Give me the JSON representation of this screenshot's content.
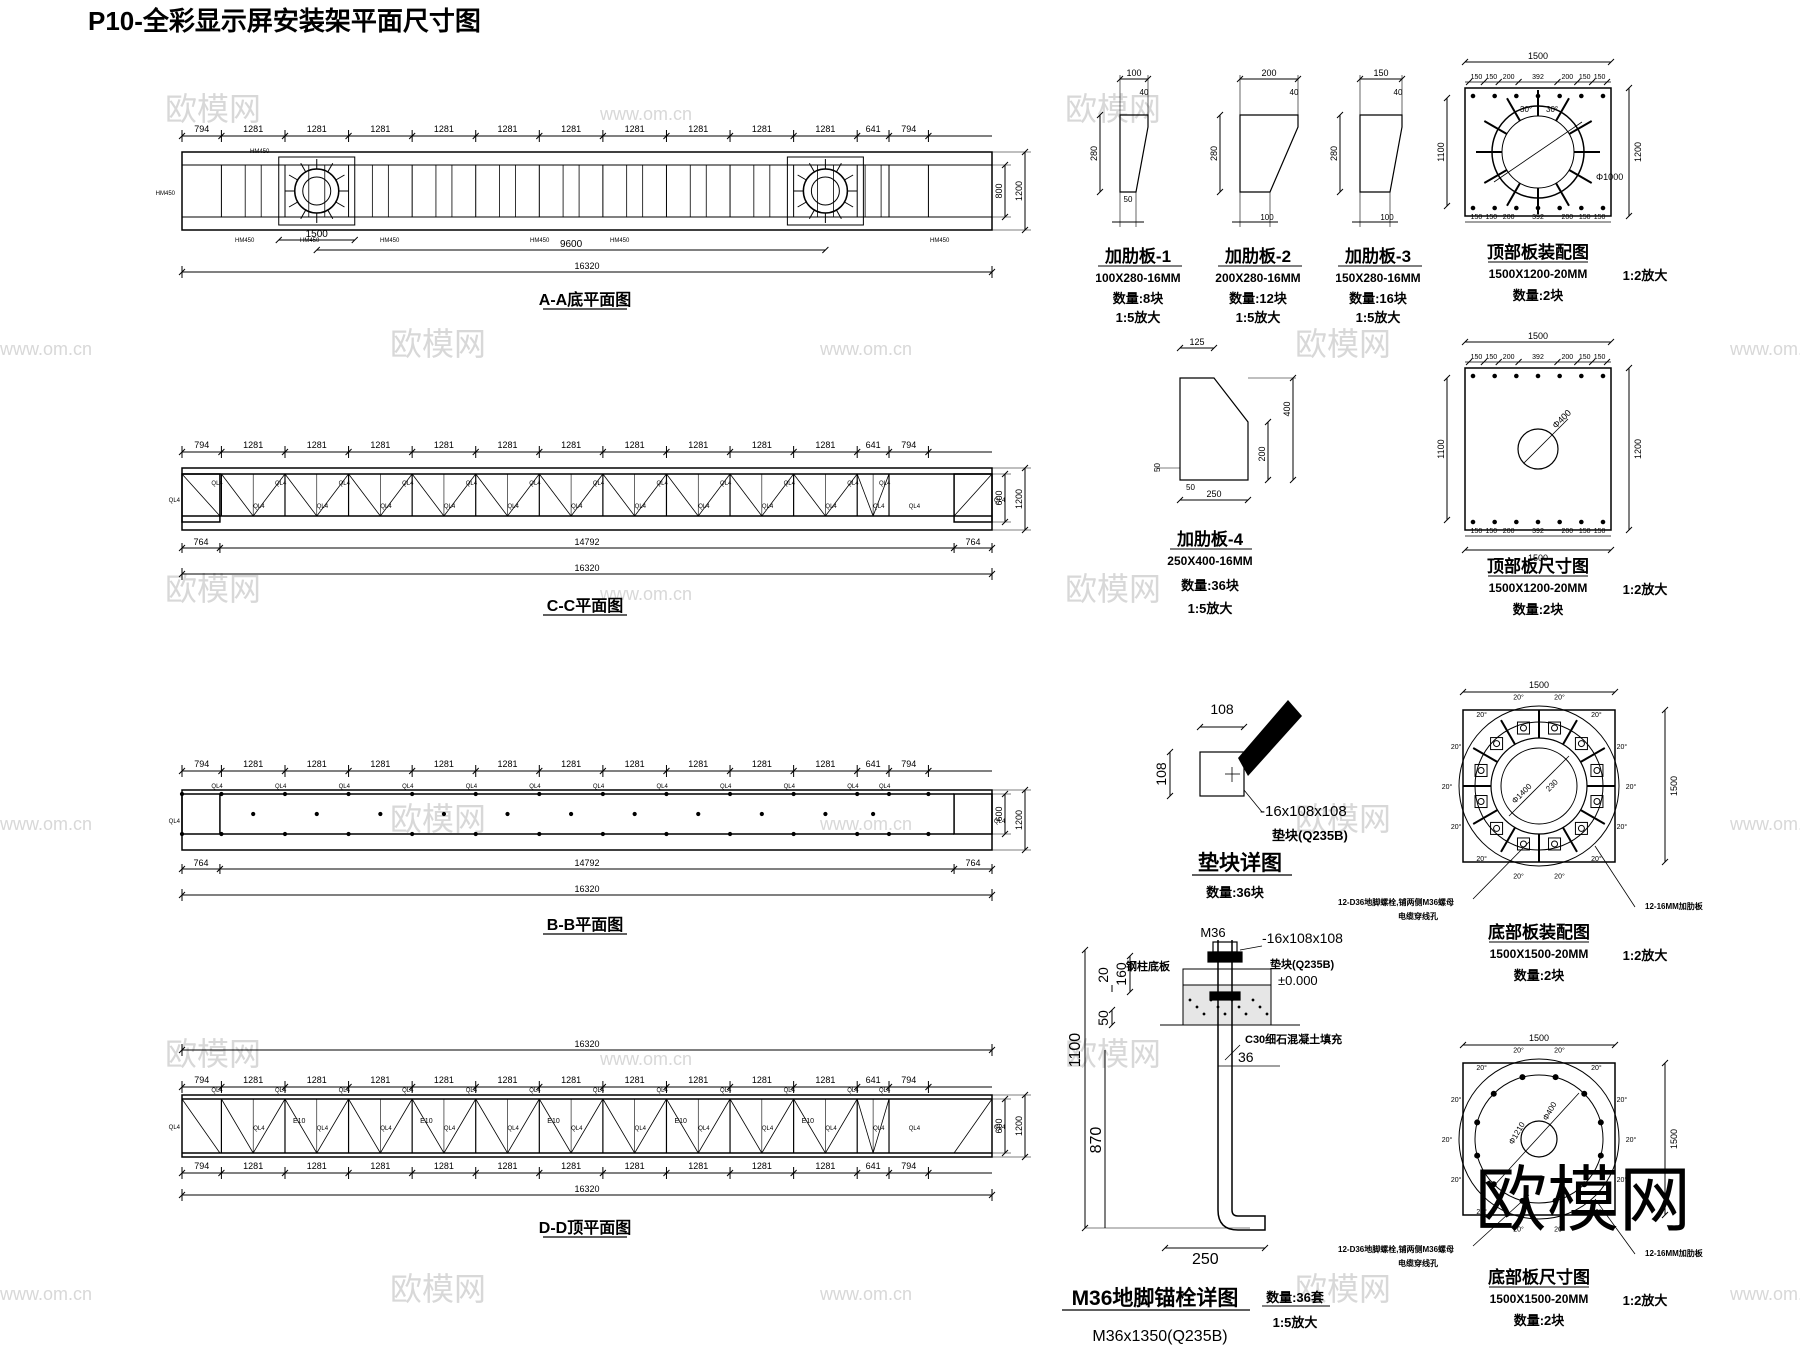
{
  "sheet_title": "P10-全彩显示屏安装架平面尺寸图",
  "watermark": {
    "text": "欧模网",
    "url": "www.om.cn"
  },
  "units": {
    "plan_segments": [
      "794",
      "1281",
      "1281",
      "1281",
      "1281",
      "1281",
      "1281",
      "1281",
      "1281",
      "1281",
      "1281",
      "641",
      "794"
    ]
  },
  "plan_aa": {
    "title": "A-A底平面图",
    "total": "16320",
    "mid": "9600",
    "base": "1500",
    "depth_inner": "800",
    "depth_outer": "1200",
    "member": "HM450"
  },
  "plan_cc": {
    "title": "C-C平面图",
    "total": "16320",
    "mid": "14792",
    "end": "764",
    "depth_inner": "600",
    "depth_outer": "1200",
    "member": "QL4"
  },
  "plan_bb": {
    "title": "B-B平面图",
    "total": "16320",
    "mid": "14792",
    "end": "764",
    "depth_inner": "600",
    "depth_outer": "1200",
    "member": "QL4"
  },
  "plan_dd": {
    "title": "D-D顶平面图",
    "total": "16320",
    "depth_inner": "600",
    "depth_outer": "1200",
    "member": "QL4",
    "member2": "E10"
  },
  "ribs": [
    {
      "name": "加肋板-1",
      "spec": "100X280-16MM",
      "qty": "数量:8块",
      "scale": "1:5放大",
      "top": "100",
      "mid": "40",
      "h": "280",
      "bot": "50"
    },
    {
      "name": "加肋板-2",
      "spec": "200X280-16MM",
      "qty": "数量:12块",
      "scale": "1:5放大",
      "top": "200",
      "mid": "40",
      "h": "280",
      "bot": "100"
    },
    {
      "name": "加肋板-3",
      "spec": "150X280-16MM",
      "qty": "数量:16块",
      "scale": "1:5放大",
      "top": "150",
      "mid": "40",
      "h": "280",
      "bot": "100"
    }
  ],
  "rib4": {
    "name": "加肋板-4",
    "spec": "250X400-16MM",
    "qty": "数量:36块",
    "scale": "1:5放大",
    "top": "125",
    "h1": "400",
    "h2": "200",
    "left": "50",
    "left2": "50",
    "bot": "250"
  },
  "top_assembly": {
    "name": "顶部板装配图",
    "spec": "1500X1200-20MM",
    "qty": "数量:2块",
    "scale": "1:2放大",
    "w": "1500",
    "h1": "1100",
    "h2": "1200",
    "dia": "Φ1000",
    "ticks": [
      "150",
      "150",
      "200",
      "392",
      "200",
      "150",
      "150"
    ],
    "angle": "30°"
  },
  "top_size": {
    "name": "顶部板尺寸图",
    "spec": "1500X1200-20MM",
    "qty": "数量:2块",
    "scale": "1:2放大",
    "w": "1500",
    "h1": "1100",
    "h2": "1200",
    "dia": "Φ400",
    "ticks": [
      "150",
      "150",
      "200",
      "392",
      "200",
      "150",
      "150"
    ]
  },
  "pad": {
    "title": "垫块详图",
    "qty": "数量:36块",
    "w": "108",
    "h": "108",
    "spec": "-16x108x108",
    "label": "垫块(Q235B)"
  },
  "bot_assembly": {
    "name": "底部板装配图",
    "spec": "1500X1500-20MM",
    "qty": "数量:2块",
    "scale": "1:2放大",
    "w": "1500",
    "h": "1500",
    "angle": "20°",
    "d1": "Φ1400",
    "d2": "230",
    "note1": "12-D36地脚螺栓,铺两侧M36螺母",
    "note1b": "电缆穿线孔",
    "note2": "12-16MM加肋板"
  },
  "bot_size": {
    "name": "底部板尺寸图",
    "spec": "1500X1500-20MM",
    "qty": "数量:2块",
    "scale": "1:2放大",
    "w": "1500",
    "h": "1500",
    "angle": "20°",
    "d1": "Φ1210",
    "d2": "Φ400",
    "note1": "12-D36地脚螺栓,铺两侧M36螺母",
    "note1b": "电缆穿线孔",
    "note2": "12-16MM加肋板"
  },
  "anchor": {
    "title": "M36地脚锚栓详图",
    "qty": "数量:36套",
    "scale": "1:5放大",
    "spec": "M36x1350(Q235B)",
    "bolt": "M36",
    "pad": "-16x108x108",
    "pad_label": "垫块(Q235B)",
    "col_label": "钢柱底板",
    "level": "±0.000",
    "grout": "C30细石混凝土填充",
    "d": "36",
    "dims": {
      "total": "1100",
      "a": "160",
      "b": "20",
      "c": "50",
      "d": "870",
      "hook": "250"
    }
  }
}
